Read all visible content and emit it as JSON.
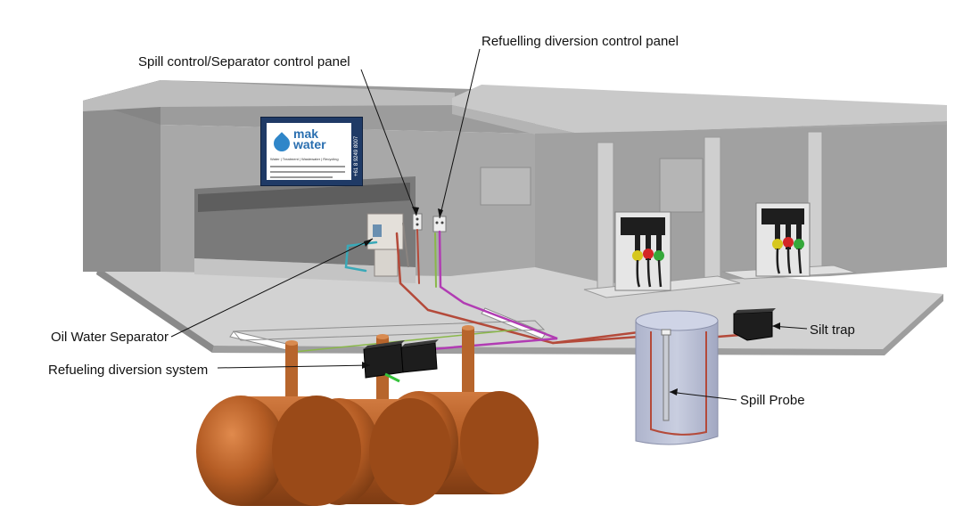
{
  "labels": {
    "spill_control_panel": "Spill control/Separator control panel",
    "refuelling_panel": "Refuelling diversion control panel",
    "oil_water_separator": "Oil Water Separator",
    "refueling_system": "Refueling diversion system",
    "silt_trap": "Silt trap",
    "spill_probe": "Spill Probe"
  },
  "sign": {
    "brand_line1": "mak",
    "brand_line2": "water",
    "services": "Water | Treatment | Wastewater | Recycling",
    "phone": "+61 8 9249 8007"
  },
  "colors": {
    "building": "#a9a9a9",
    "canopy": "#c7c7c7",
    "tank": "#a3521d",
    "pipe_red": "#b44a3a",
    "pipe_magenta": "#b13cb3",
    "pipe_cyan": "#3aa9b8",
    "pipe_green": "#8ab84a",
    "probe_tank": "#b8bfd6",
    "sign_blue": "#1f3a66",
    "nozzle_red": "#d42626",
    "nozzle_yellow": "#d6c71e",
    "nozzle_green": "#35a83a"
  }
}
